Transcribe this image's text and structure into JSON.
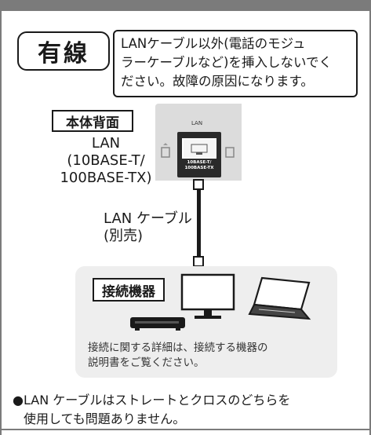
{
  "section_label": "有線",
  "warning": {
    "lines": [
      "LANケーブル以外(電話のモジュ",
      "ラーケーブルなど)を挿入しないでく",
      "ださい。故障の原因になります。"
    ]
  },
  "device_back_label": "本体背面",
  "lan_port_label": [
    "LAN",
    "(10BASE-T/",
    "100BASE-TX)"
  ],
  "panel": {
    "lan_tag": "LAN",
    "port_caption": [
      "10BASE-T/",
      "100BASE-TX"
    ]
  },
  "cable_label": [
    "LAN ケーブル",
    "(別売)"
  ],
  "connected_devices": {
    "title": "接続機器",
    "note": [
      "接続に関する詳細は、接続する機器の",
      "説明書をご覧ください。"
    ],
    "icons": [
      "monitor-icon",
      "laptop-icon",
      "router-icon"
    ]
  },
  "footnote": {
    "bullet": "●",
    "lines": [
      "LAN ケーブルはストレートとクロスのどちらを",
      "使用しても問題ありません。"
    ]
  }
}
